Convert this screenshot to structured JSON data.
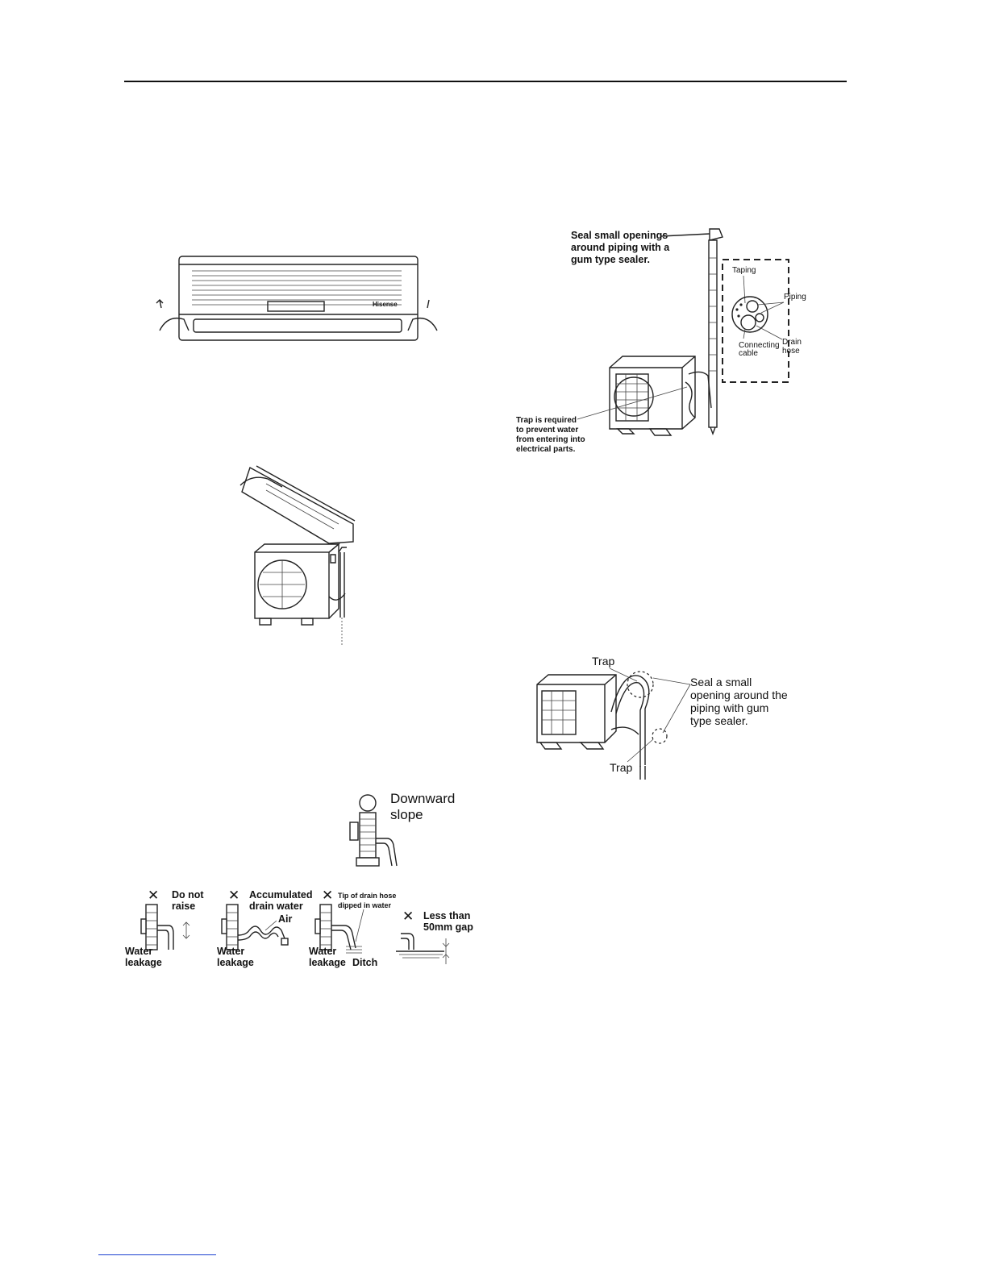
{
  "fig_indoor_front": {
    "brand": "Hisense"
  },
  "fig_outdoor_seal": {
    "seal_line1": "Seal small openings",
    "seal_line2": "around piping with a",
    "seal_line3": "gum type sealer.",
    "taping": "Taping",
    "piping": "Piping",
    "drain1": "Drain",
    "drain2": "hose",
    "cable1": "Connecting",
    "cable2": "cable",
    "trap1": "Trap is required",
    "trap2": "to prevent water",
    "trap3": "from entering into",
    "trap4": "electrical parts."
  },
  "fig_trap": {
    "trap_top": "Trap",
    "trap_bottom": "Trap",
    "seal1": "Seal a small",
    "seal2": "opening around the",
    "seal3": "piping with gum",
    "seal4": "type sealer."
  },
  "fig_drain": {
    "downward1": "Downward",
    "downward2": "slope",
    "mark": "✕",
    "do_not1": "Do not",
    "do_not2": "raise",
    "accum1": "Accumulated",
    "accum2": "drain water",
    "air": "Air",
    "tip1": "Tip of drain hose",
    "tip2": "dipped in water",
    "less1": "Less than",
    "less2": "50mm gap",
    "water": "Water",
    "leakage": "leakage",
    "ditch": "Ditch"
  }
}
